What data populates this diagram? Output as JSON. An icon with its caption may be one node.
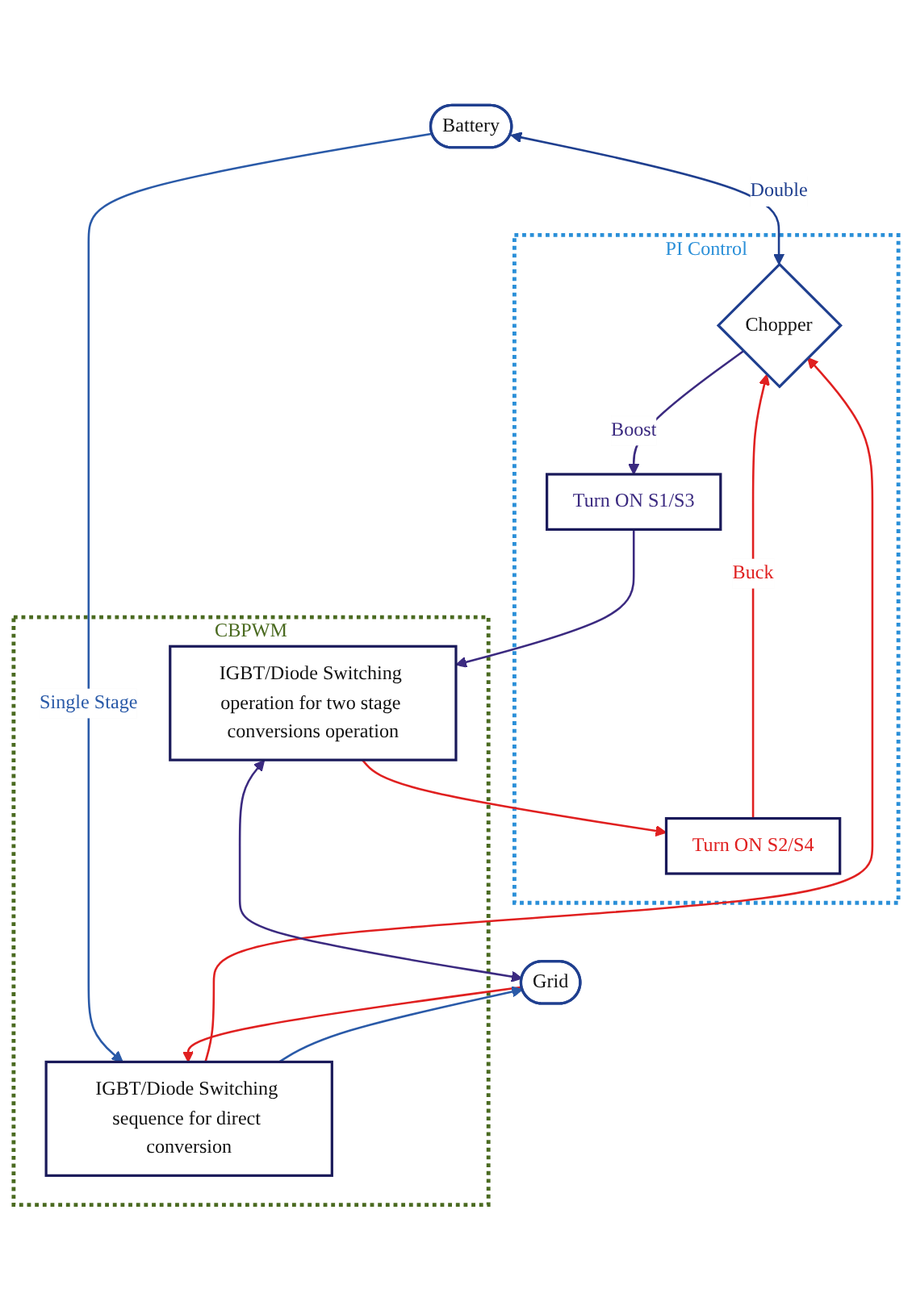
{
  "diagram": {
    "nodes": [
      {
        "text": [
          "Battery"
        ]
      },
      {
        "text": [
          "PI Control"
        ]
      },
      {
        "text": [
          "Chopper"
        ],
        "in": 1
      },
      {
        "text": [
          "Turn ON S2/S4"
        ],
        "in": 1
      },
      {
        "text": [
          "Turn ON S1/S3"
        ],
        "in": 1
      },
      {
        "text": [
          "CBPWM"
        ]
      },
      {
        "text": [
          "IGBT/Diode Switching operation for two stage conversions operation"
        ],
        "in": 5
      },
      {
        "text": [
          "IGBT/Diode Switching sequence for direct conversion"
        ],
        "in": 5
      },
      {
        "text": [
          "Grid"
        ]
      }
    ],
    "edges": [
      {
        "from": 0,
        "to": 2,
        "arrow": "both",
        "label": "Double",
        "color": "#1f3f8f"
      },
      {
        "from": 0,
        "to": 7,
        "arrow": "to",
        "label": "Single Stage",
        "color": "#2a5aa8"
      },
      {
        "from": 7,
        "to": 2,
        "arrow": "to",
        "color": "#e02020"
      },
      {
        "from": 3,
        "to": 2,
        "arrow": "to",
        "label": "Buck",
        "color": "#e02020"
      },
      {
        "from": 2,
        "to": 4,
        "arrow": "to",
        "label": "Boost",
        "color": "#3b2a80"
      },
      {
        "from": 4,
        "to": 6,
        "arrow": "to",
        "color": "#3b2a80"
      },
      {
        "from": 6,
        "to": 3,
        "arrow": "to",
        "color": "#e02020"
      },
      {
        "from": 6,
        "to": 8,
        "arrow": "both",
        "color": "#3b2a80"
      },
      {
        "from": 8,
        "to": 7,
        "arrow": "to",
        "color": "#e02020"
      },
      {
        "from": 7,
        "to": 8,
        "arrow": "to",
        "color": "#2a5aa8"
      }
    ]
  }
}
